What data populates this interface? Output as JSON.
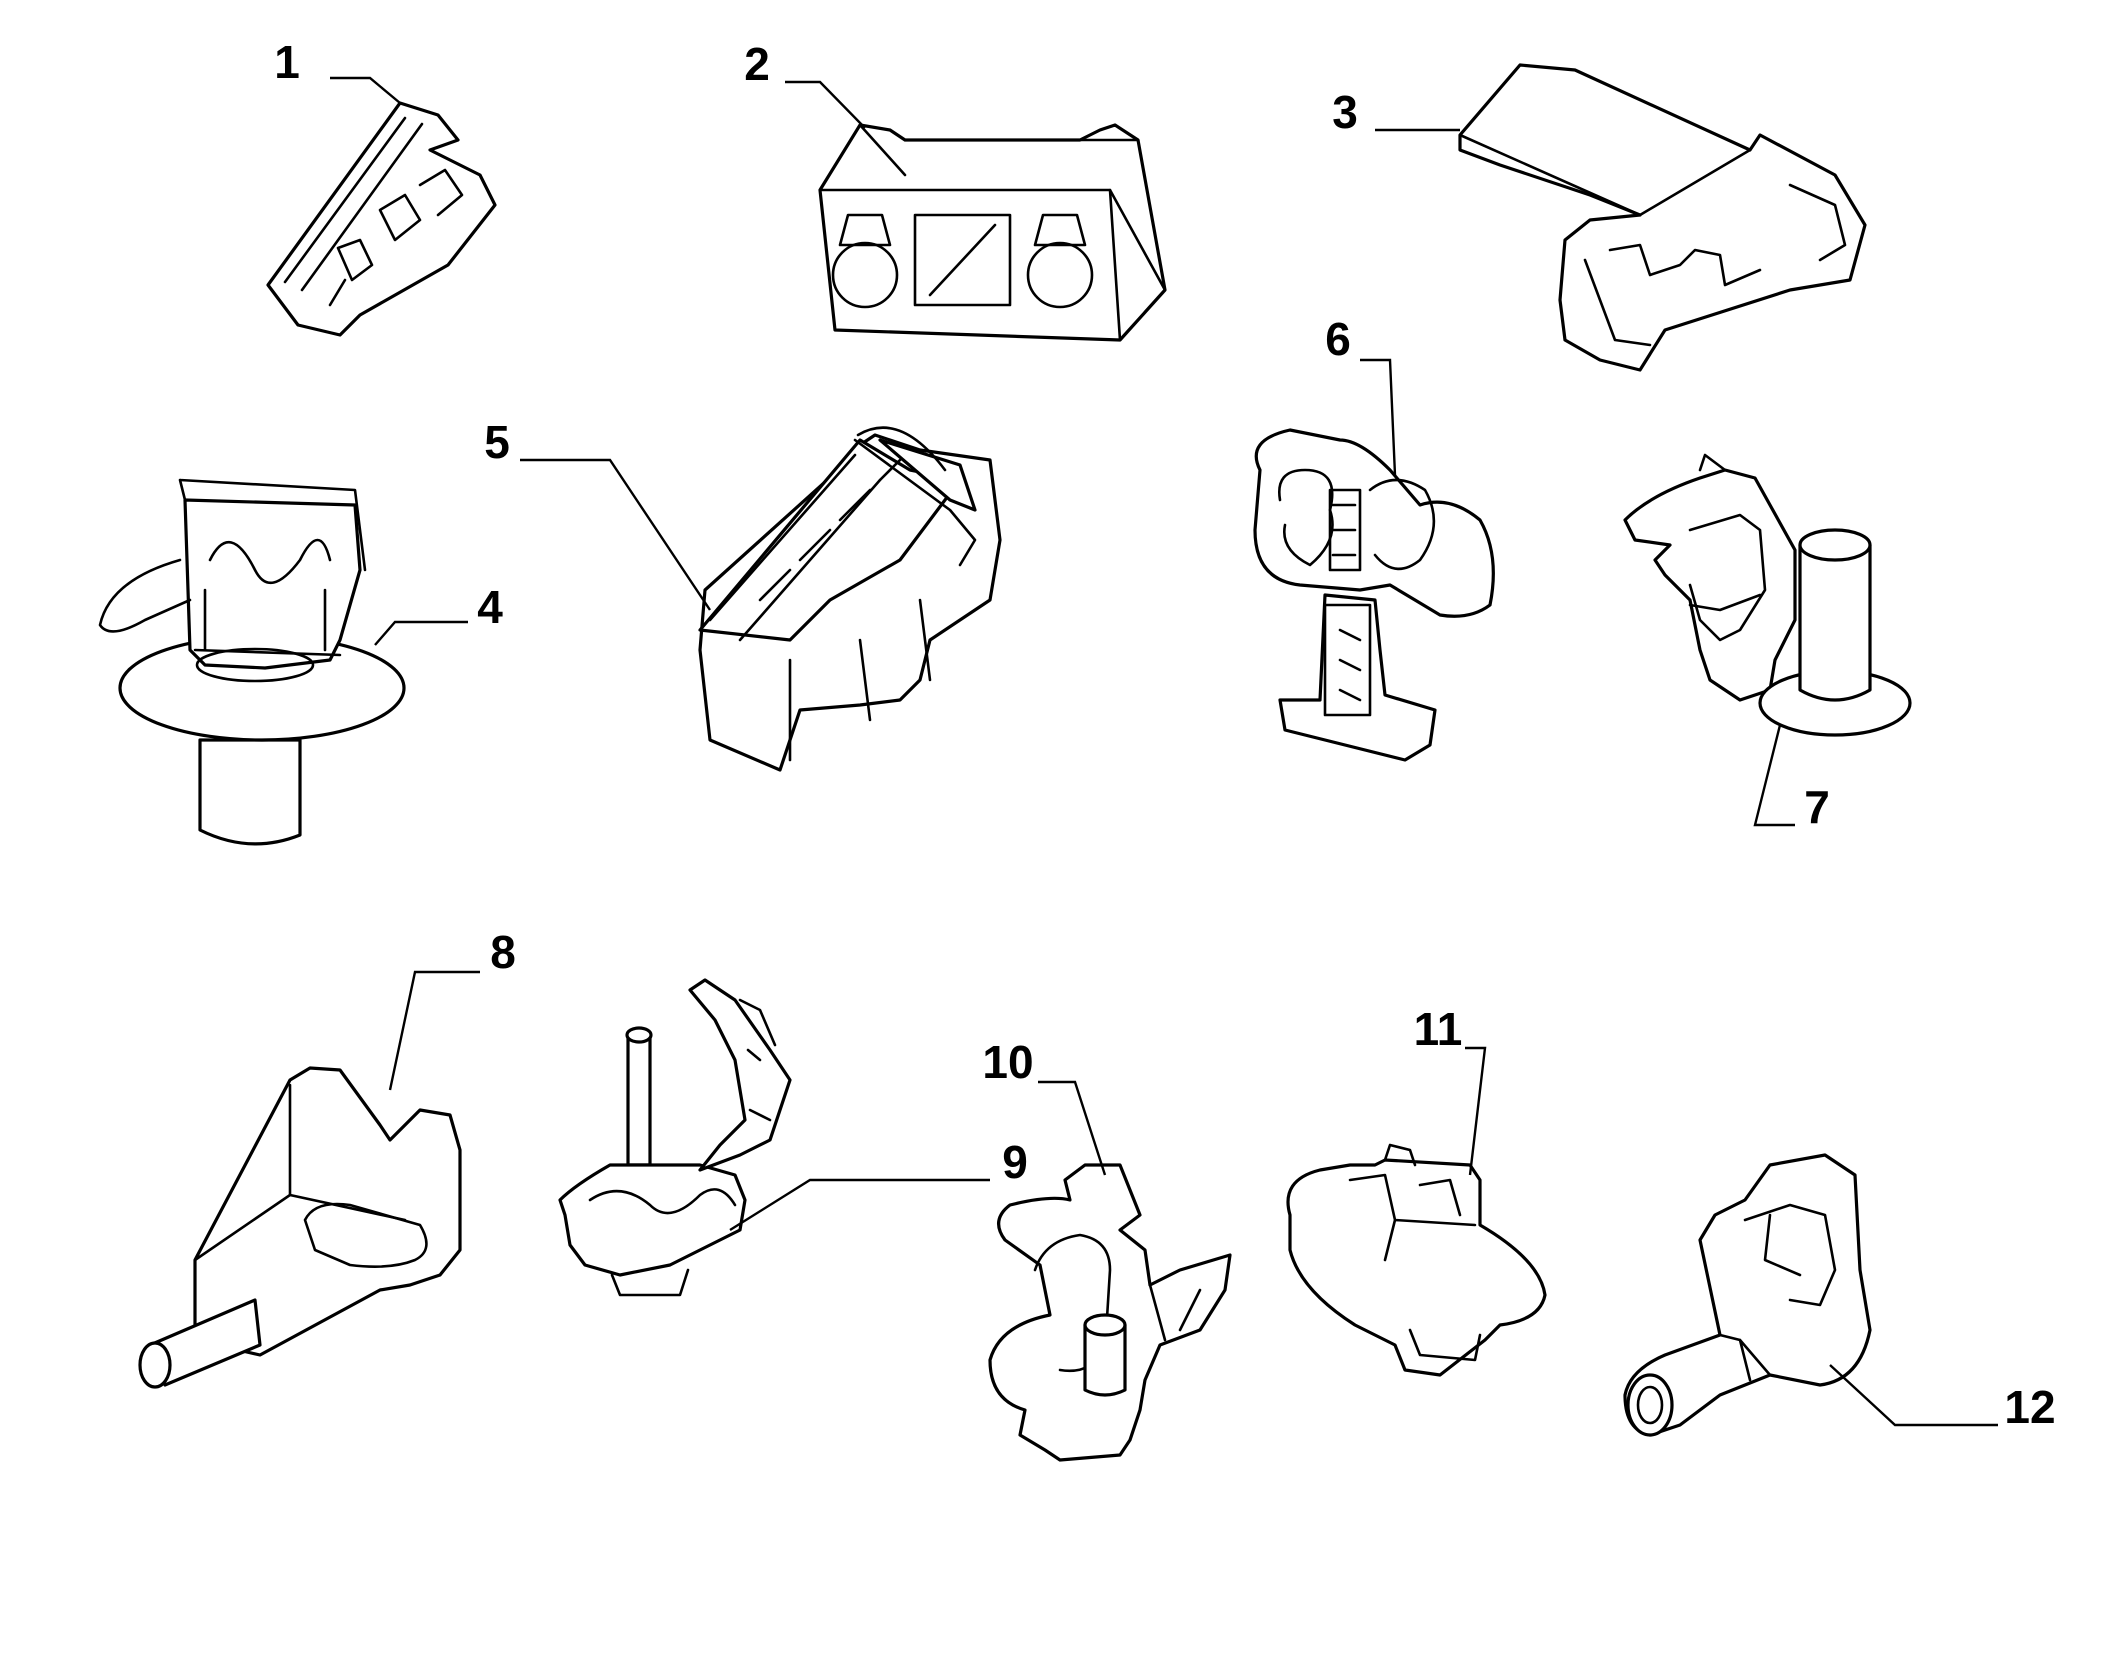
{
  "diagram": {
    "callouts": [
      {
        "label": "1",
        "part": "clip-1"
      },
      {
        "label": "2",
        "part": "clip-2"
      },
      {
        "label": "3",
        "part": "clip-3"
      },
      {
        "label": "4",
        "part": "clip-4"
      },
      {
        "label": "5",
        "part": "clip-5"
      },
      {
        "label": "6",
        "part": "clip-6"
      },
      {
        "label": "7",
        "part": "clip-7"
      },
      {
        "label": "8",
        "part": "clip-8"
      },
      {
        "label": "9",
        "part": "clip-9"
      },
      {
        "label": "10",
        "part": "clip-10"
      },
      {
        "label": "11",
        "part": "clip-11"
      },
      {
        "label": "12",
        "part": "clip-12"
      }
    ]
  }
}
